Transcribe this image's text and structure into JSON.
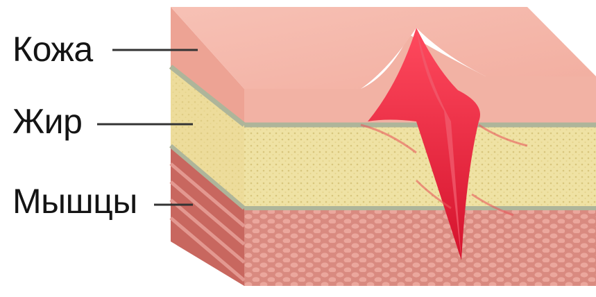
{
  "layers": [
    {
      "key": "skin",
      "label": "Кожа",
      "color": "#f0b3a4"
    },
    {
      "key": "fat",
      "label": "Жир",
      "color": "#efe2a4"
    },
    {
      "key": "muscle",
      "label": "Мышцы",
      "color": "#d97b72"
    }
  ],
  "colors": {
    "wound": "#e81f3a",
    "fat_edge": "#aeb59a",
    "skin_top": "#f4b9ad",
    "muscle_dot": "#e39b90"
  }
}
